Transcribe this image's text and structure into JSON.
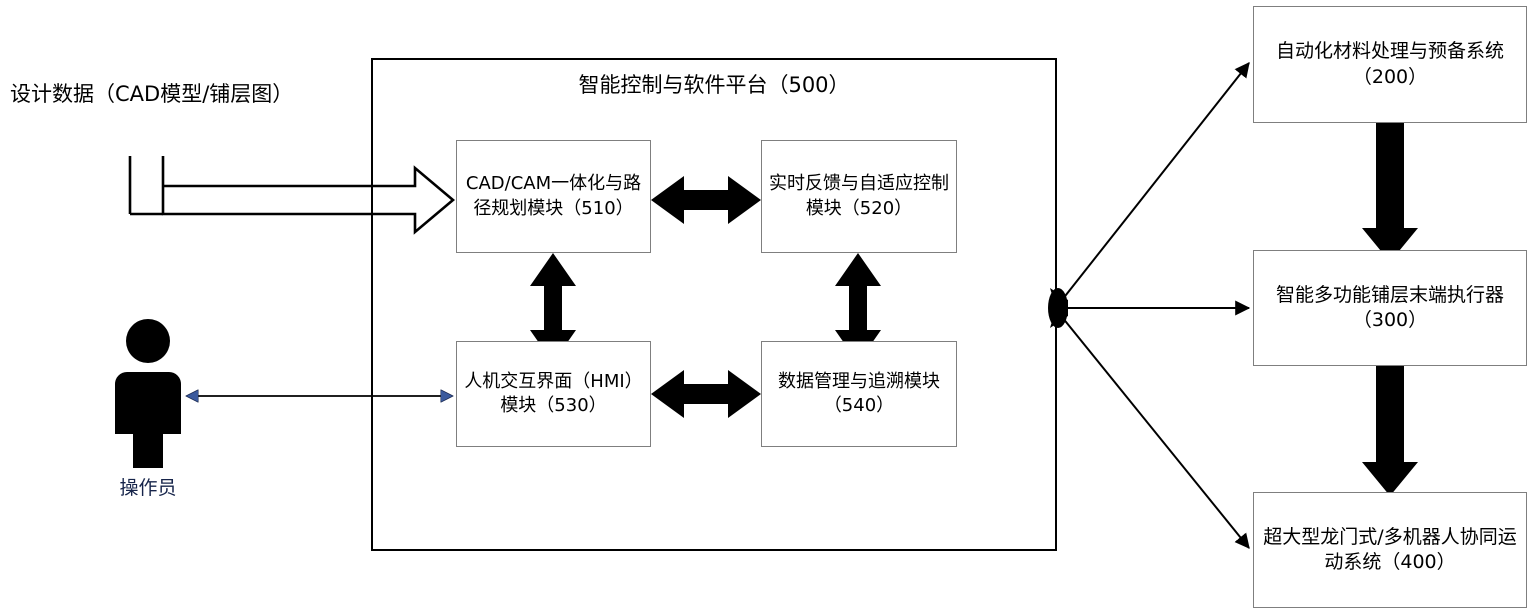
{
  "diagram": {
    "title_note": "Intelligent layup system block diagram",
    "colors": {
      "box_border": "#7f7f7f",
      "frame_border": "#000000",
      "arrow_solid": "#000000",
      "arrow_thin": "#000000",
      "operator_label": "#16244a",
      "operator_arrowhead": "#3b5a9d",
      "background": "#ffffff"
    },
    "inputs": {
      "design_data_label": "设计数据（CAD模型/铺层图）"
    },
    "actor": {
      "name": "操作员",
      "icon": "person-icon"
    },
    "platform": {
      "title": "智能控制与软件平台（500）",
      "modules": [
        {
          "id": "510",
          "label": "CAD/CAM一体化与路径规划模块（510）"
        },
        {
          "id": "520",
          "label": "实时反馈与自适应控制模块（520）"
        },
        {
          "id": "530",
          "label": "人机交互界面（HMI）模块（530）"
        },
        {
          "id": "540",
          "label": "数据管理与追溯模块（540）"
        }
      ]
    },
    "stages": [
      {
        "id": "200",
        "label": "自动化材料处理与预备系统（200）"
      },
      {
        "id": "300",
        "label": "智能多功能铺层末端执行器（300）"
      },
      {
        "id": "400",
        "label": "超大型龙门式/多机器人协同运动系统（400）"
      }
    ]
  }
}
